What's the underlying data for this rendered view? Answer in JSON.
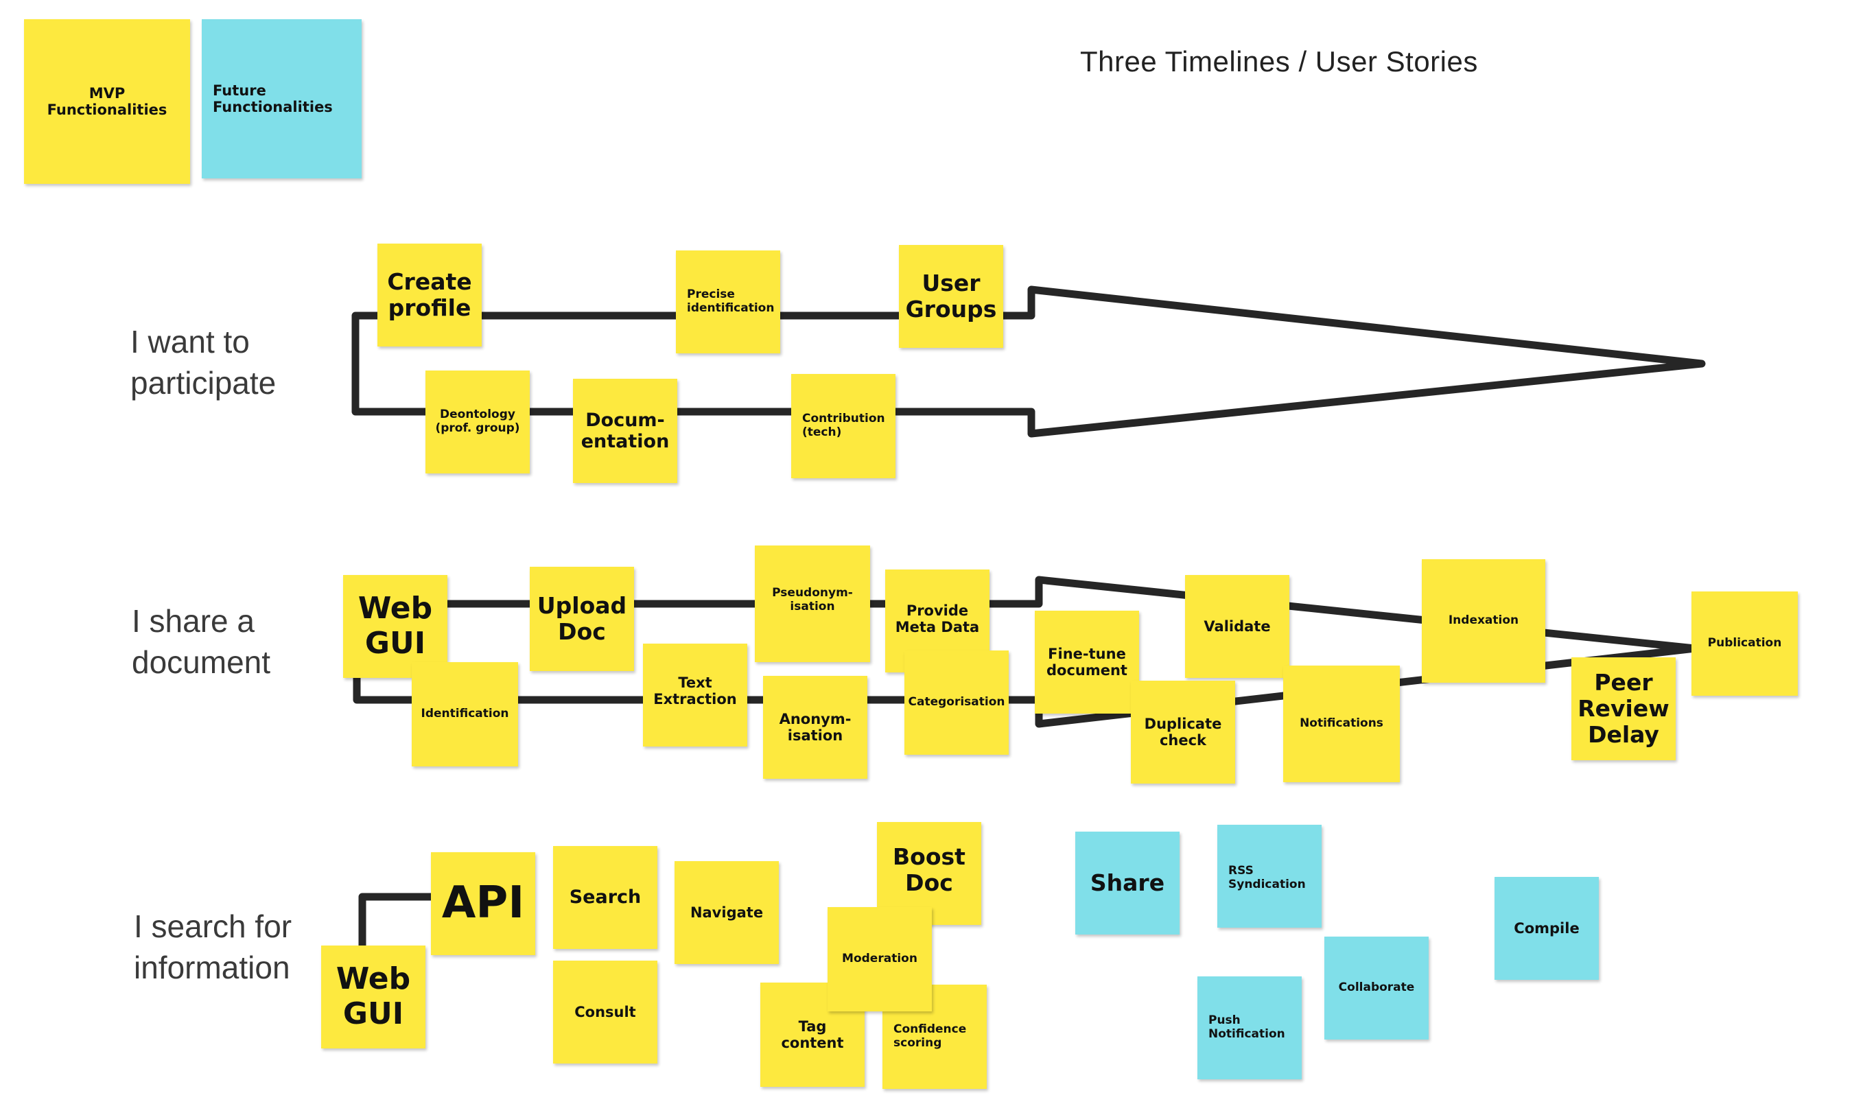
{
  "title": "Three Timelines / User Stories",
  "legend": {
    "mvp": "MVP Functionalities",
    "future": "Future\nFunctionalities"
  },
  "colors": {
    "mvp": "#fde93f",
    "future": "#80dfe9",
    "connector": "#262626"
  },
  "rows": {
    "participate": {
      "label": "I want to\nparticipate",
      "notes": {
        "create_profile": "Create\nprofile",
        "precise_identification": "Precise\nidentification",
        "user_groups": "User\nGroups",
        "deontology": "Deontology\n(prof. group)",
        "documentation": "Docum-\nentation",
        "contribution": "Contribution\n(tech)"
      }
    },
    "share": {
      "label": "I share a\ndocument",
      "notes": {
        "web_gui": "Web\nGUI",
        "upload_doc": "Upload\nDoc",
        "pseudonymisation": "Pseudonym-\nisation",
        "provide_meta_data": "Provide\nMeta Data",
        "identification": "Identification",
        "text_extraction": "Text\nExtraction",
        "anonymisation": "Anonym-\nisation",
        "categorisation": "Categorisation",
        "fine_tune": "Fine-tune\ndocument",
        "validate": "Validate",
        "duplicate_check": "Duplicate\ncheck",
        "notifications": "Notifications",
        "indexation": "Indexation",
        "peer_review": "Peer\nReview\nDelay",
        "publication": "Publication"
      }
    },
    "search": {
      "label": "I search for\ninformation",
      "notes": {
        "api": "API",
        "search": "Search",
        "navigate": "Navigate",
        "boost_doc": "Boost\nDoc",
        "web_gui": "Web\nGUI",
        "consult": "Consult",
        "moderation": "Moderation",
        "tag_content": "Tag\ncontent",
        "confidence_scoring": "Confidence\nscoring",
        "share": "Share",
        "rss": "RSS\nSyndication",
        "compile": "Compile",
        "collaborate": "Collaborate",
        "push_notification": "Push\nNotification"
      }
    }
  }
}
